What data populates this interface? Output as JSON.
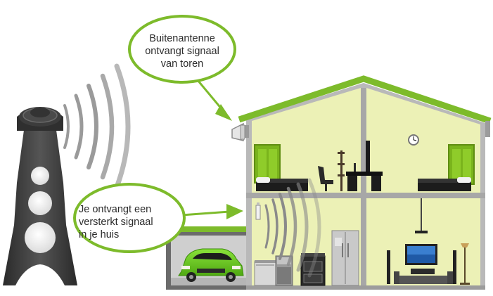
{
  "callouts": {
    "outdoor": {
      "lines": [
        "Buitenantenne",
        "ontvangt signaal",
        "van toren"
      ]
    },
    "indoor": {
      "lines": [
        "Je ontvangt een",
        "versterkt signaal",
        "in je huis"
      ]
    }
  },
  "colors": {
    "accent_green": "#7dbb2b",
    "wall_fill": "#ecf1b6",
    "tower": "#3a3a3a",
    "wave": "#9a9a9a",
    "car": "#6fcf1f",
    "bed": "#1c1c1c",
    "door": "#7ab41c"
  },
  "icons": [
    "cell-tower-icon",
    "signal-waves-icon",
    "outdoor-antenna-icon",
    "indoor-antenna-icon",
    "car-icon",
    "bed-icon",
    "door-icon",
    "wall-clock-icon",
    "tv-icon",
    "refrigerator-icon",
    "stove-icon",
    "floor-lamp-icon",
    "speaker-icon"
  ]
}
